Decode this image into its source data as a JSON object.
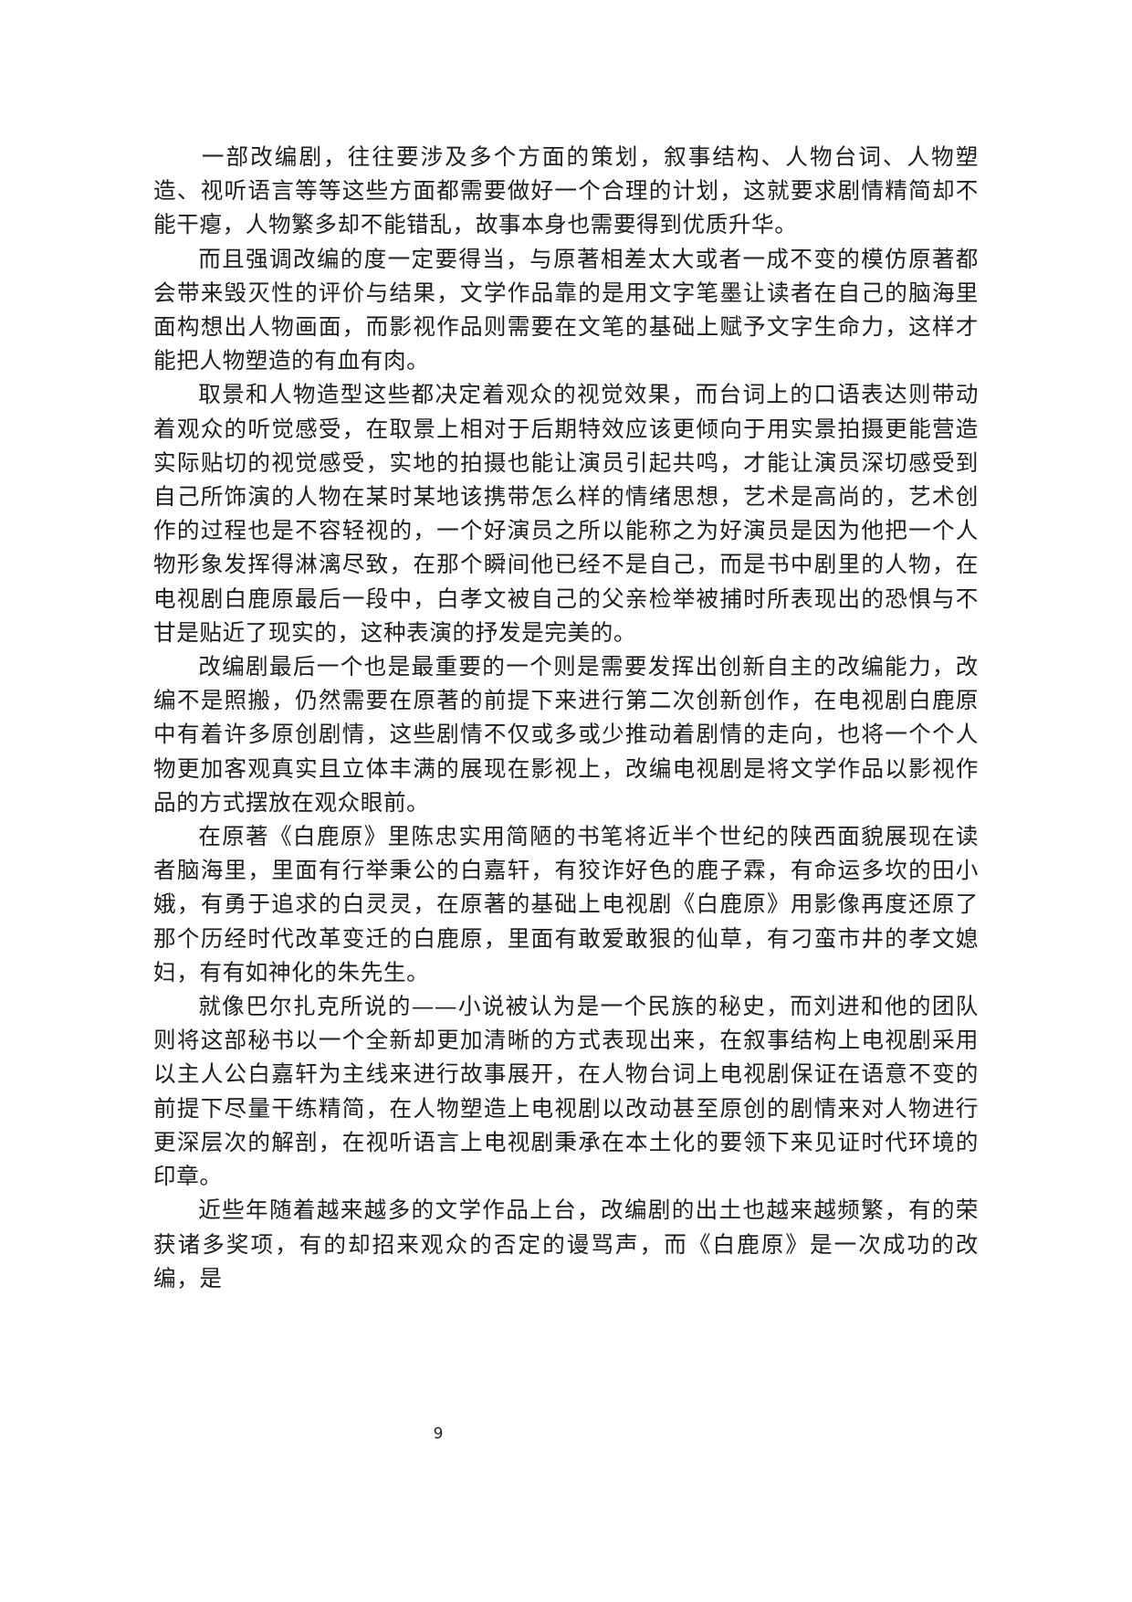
{
  "document": {
    "paragraphs": [
      "一部改编剧，往往要涉及多个方面的策划，叙事结构、人物台词、人物塑造、视听语言等等这些方面都需要做好一个合理的计划，这就要求剧情精简却不能干瘪，人物繁多却不能错乱，故事本身也需要得到优质升华。",
      "而且强调改编的度一定要得当，与原著相差太大或者一成不变的模仿原著都会带来毁灭性的评价与结果，文学作品靠的是用文字笔墨让读者在自己的脑海里面构想出人物画面，而影视作品则需要在文笔的基础上赋予文字生命力，这样才能把人物塑造的有血有肉。",
      "取景和人物造型这些都决定着观众的视觉效果，而台词上的口语表达则带动着观众的听觉感受，在取景上相对于后期特效应该更倾向于用实景拍摄更能营造实际贴切的视觉感受，实地的拍摄也能让演员引起共鸣，才能让演员深切感受到自己所饰演的人物在某时某地该携带怎么样的情绪思想，艺术是高尚的，艺术创作的过程也是不容轻视的，一个好演员之所以能称之为好演员是因为他把一个人物形象发挥得淋漓尽致，在那个瞬间他已经不是自己，而是书中剧里的人物，在电视剧白鹿原最后一段中，白孝文被自己的父亲检举被捕时所表现出的恐惧与不甘是贴近了现实的，这种表演的抒发是完美的。",
      "改编剧最后一个也是最重要的一个则是需要发挥出创新自主的改编能力，改编不是照搬，仍然需要在原著的前提下来进行第二次创新创作，在电视剧白鹿原中有着许多原创剧情，这些剧情不仅或多或少推动着剧情的走向，也将一个个人物更加客观真实且立体丰满的展现在影视上，改编电视剧是将文学作品以影视作品的方式摆放在观众眼前。",
      "在原著《白鹿原》里陈忠实用简陋的书笔将近半个世纪的陕西面貌展现在读者脑海里，里面有行举秉公的白嘉轩，有狡诈好色的鹿子霖，有命运多坎的田小娥，有勇于追求的白灵灵，在原著的基础上电视剧《白鹿原》用影像再度还原了那个历经时代改革变迁的白鹿原，里面有敢爱敢狠的仙草，有刁蛮市井的孝文媳妇，有有如神化的朱先生。",
      "就像巴尔扎克所说的——小说被认为是一个民族的秘史，而刘进和他的团队则将这部秘书以一个全新却更加清晰的方式表现出来，在叙事结构上电视剧采用以主人公白嘉轩为主线来进行故事展开，在人物台词上电视剧保证在语意不变的前提下尽量干练精简，在人物塑造上电视剧以改动甚至原创的剧情来对人物进行更深层次的解剖，在视听语言上电视剧秉承在本土化的要领下来见证时代环境的印章。",
      "近些年随着越来越多的文学作品上台，改编剧的出土也越来越频繁，有的荣获诸多奖项，有的却招来观众的否定的谩骂声，而《白鹿原》是一次成功的改编，是"
    ],
    "page_number": "9"
  }
}
